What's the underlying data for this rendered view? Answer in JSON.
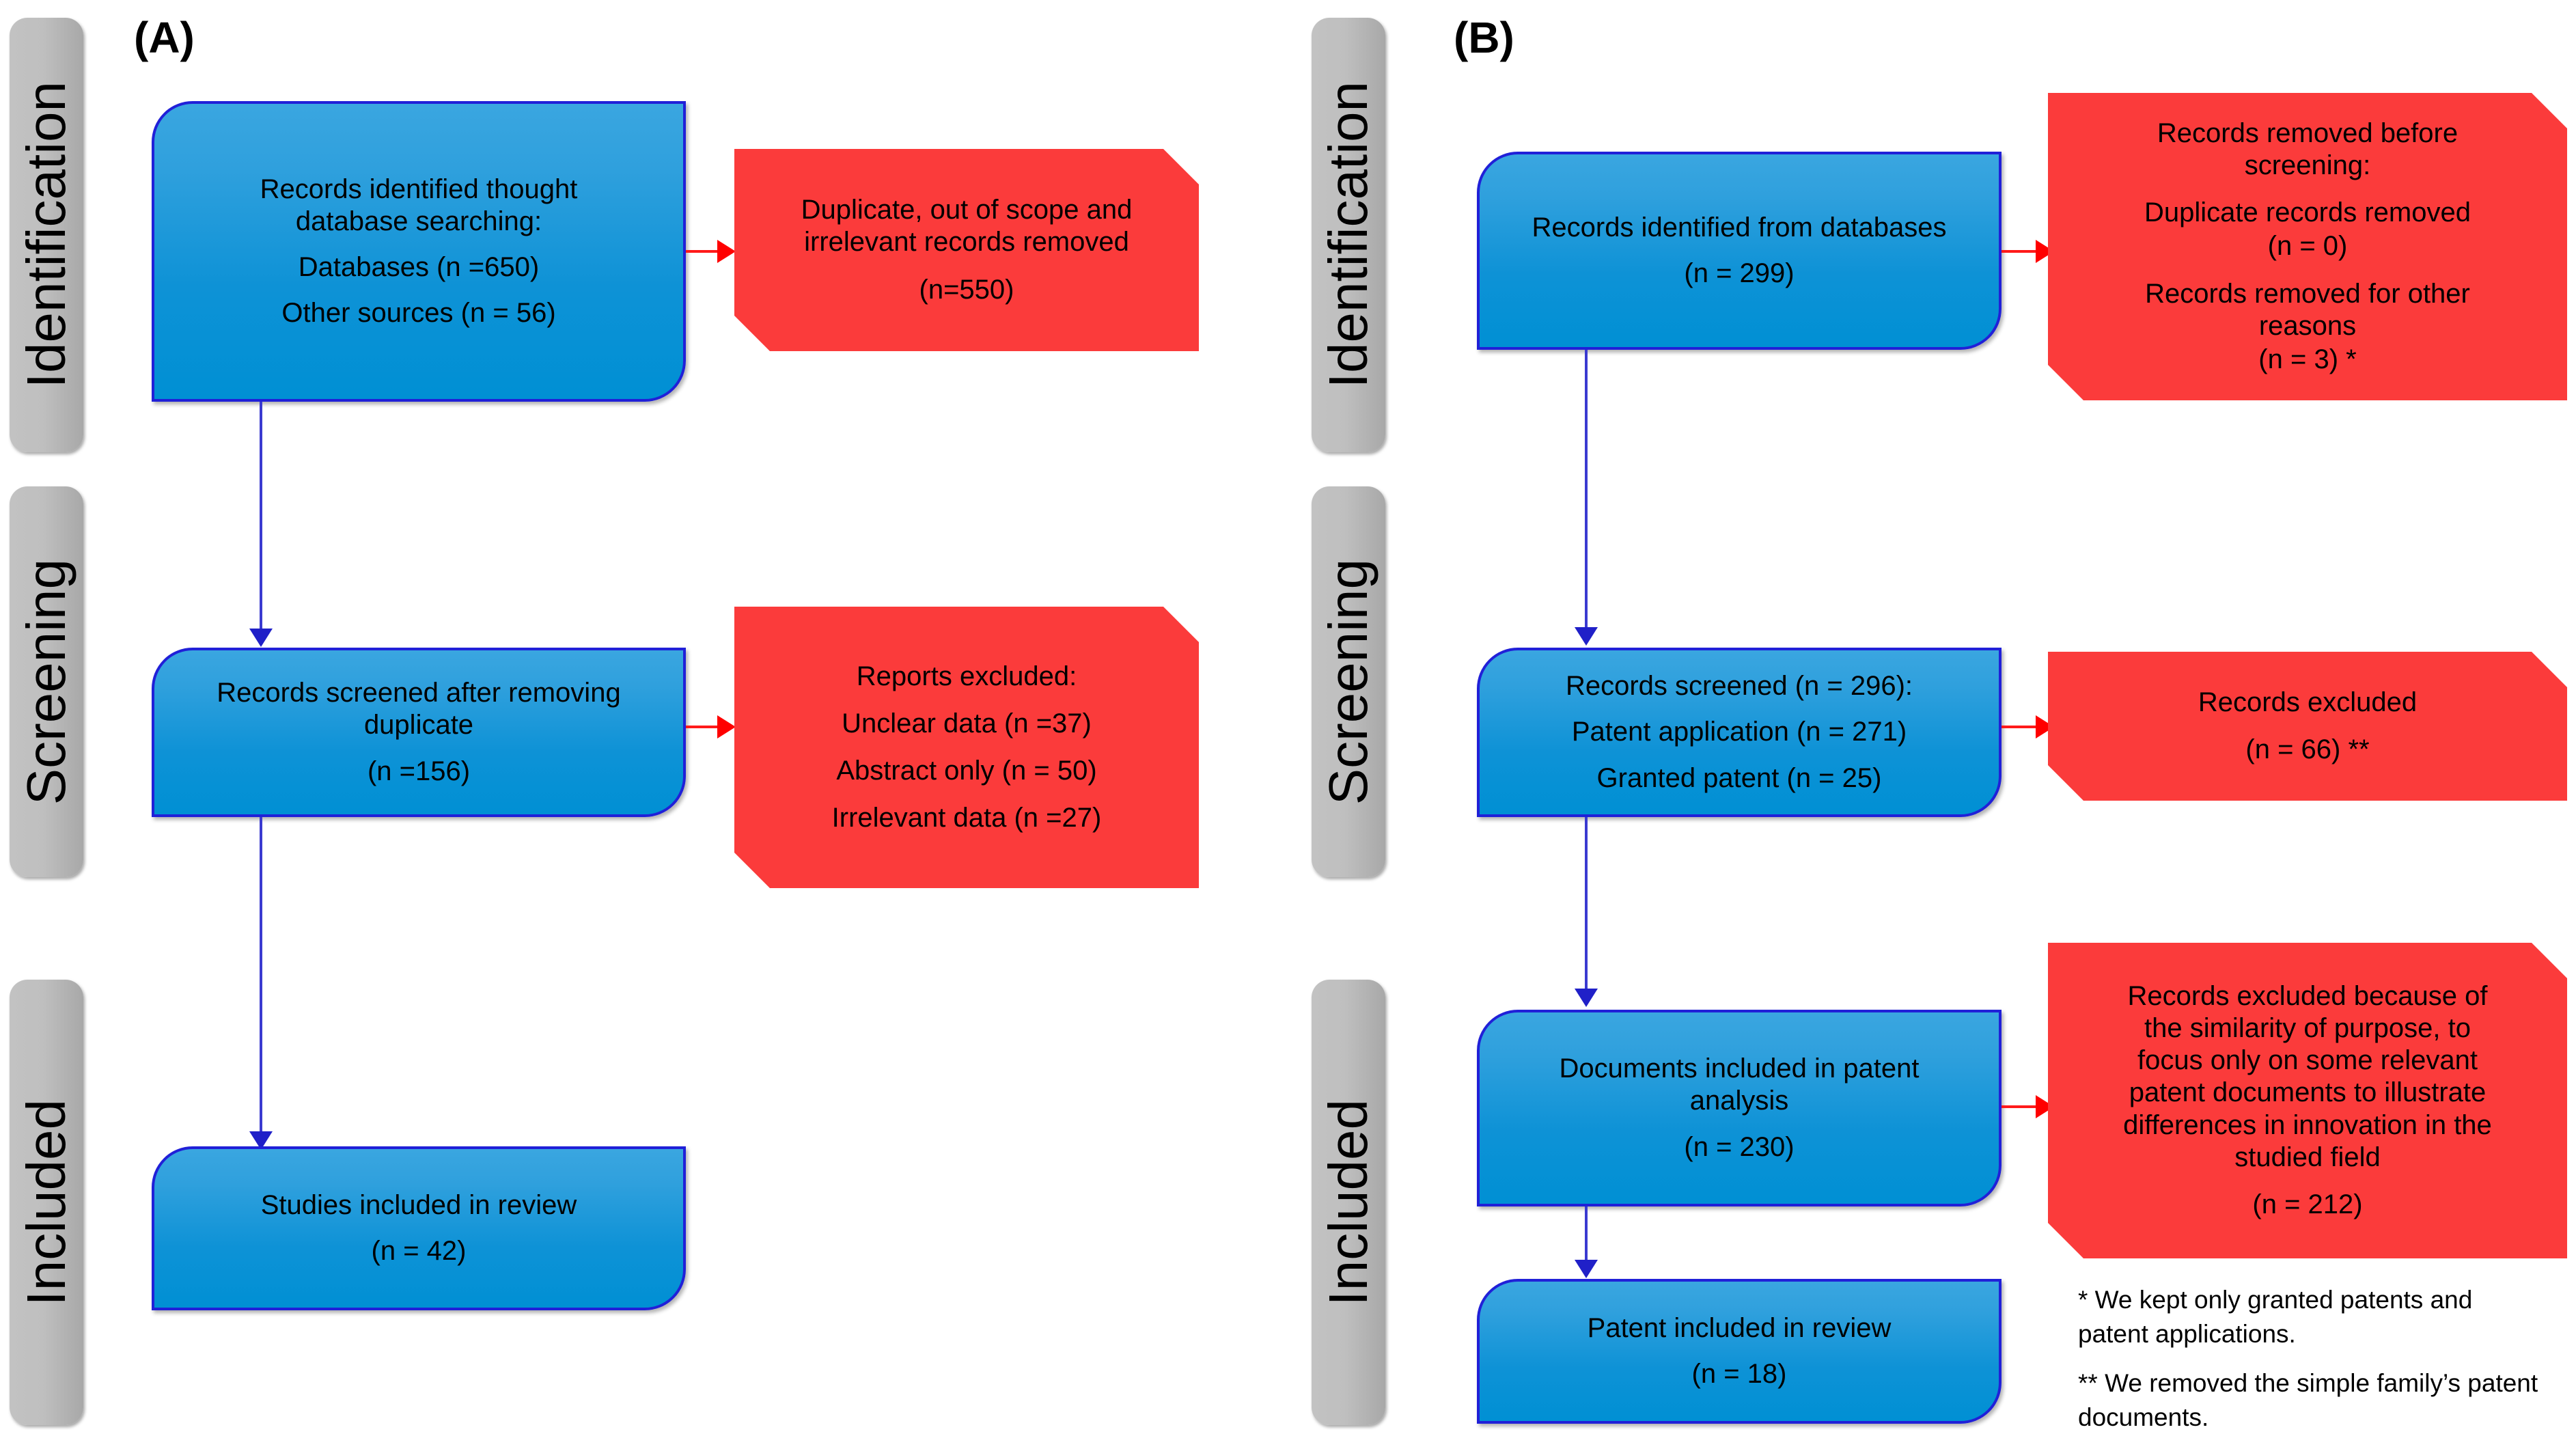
{
  "figure": {
    "type": "prisma-flow-diagram",
    "panels": [
      {
        "letter": "(A)",
        "stages": [
          {
            "label": "Identification"
          },
          {
            "label": "Screening"
          },
          {
            "label": "Included"
          }
        ],
        "boxes": [
          {
            "id": "a-identified",
            "kind": "process",
            "lines": [
              "Records identified thought",
              "database searching:",
              "Databases (n =650)",
              "Other sources (n = 56)"
            ]
          },
          {
            "id": "a-removed",
            "kind": "excluded",
            "lines": [
              "Duplicate, out of scope and",
              "irrelevant records removed",
              "(n=550)"
            ]
          },
          {
            "id": "a-screened",
            "kind": "process",
            "lines": [
              "Records screened after removing",
              "duplicate",
              "(n =156)"
            ]
          },
          {
            "id": "a-excluded",
            "kind": "excluded",
            "lines": [
              "Reports excluded:",
              "Unclear data (n =37)",
              "Abstract only (n = 50)",
              "Irrelevant data (n =27)"
            ]
          },
          {
            "id": "a-included",
            "kind": "process",
            "lines": [
              "Studies included in review",
              "(n = 42)"
            ]
          }
        ]
      },
      {
        "letter": "(B)",
        "stages": [
          {
            "label": "Identification"
          },
          {
            "label": "Screening"
          },
          {
            "label": "Included"
          }
        ],
        "boxes": [
          {
            "id": "b-identified",
            "kind": "process",
            "lines": [
              "Records identified from databases",
              "(n = 299)"
            ]
          },
          {
            "id": "b-removed",
            "kind": "excluded",
            "lines": [
              "Records removed before",
              "screening:",
              "Duplicate records removed",
              "(n = 0)",
              "Records removed for other",
              "reasons",
              "(n = 3) *"
            ]
          },
          {
            "id": "b-screened",
            "kind": "process",
            "lines": [
              "Records screened (n = 296):",
              "Patent application (n = 271)",
              "Granted patent (n = 25)"
            ]
          },
          {
            "id": "b-excluded",
            "kind": "excluded",
            "lines": [
              "Records excluded",
              "(n = 66) **"
            ]
          },
          {
            "id": "b-analysis",
            "kind": "process",
            "lines": [
              "Documents included in patent",
              "analysis",
              "(n = 230)"
            ]
          },
          {
            "id": "b-excluded2",
            "kind": "excluded",
            "lines": [
              "Records excluded because of",
              "the similarity of purpose, to",
              "focus only on some relevant",
              "patent documents to illustrate",
              "differences in innovation in the",
              "studied field",
              "(n = 212)"
            ]
          },
          {
            "id": "b-included",
            "kind": "process",
            "lines": [
              "Patent included in review",
              "(n = 18)"
            ]
          }
        ],
        "footnotes": [
          "* We kept only granted patents and patent applications.",
          "** We removed the simple family’s patent documents."
        ]
      }
    ],
    "colors": {
      "process_fill_top": "#3aa6e0",
      "process_fill_bottom": "#0090d4",
      "process_border": "#2020d8",
      "excluded_fill": "#fb3b3b",
      "excluded_border": "#ff0000",
      "stage_bar_fill": "#bfbfbf",
      "flow_arrow": "#3a3ad0",
      "exclusion_arrow": "#ff1a1a",
      "background": "#ffffff"
    }
  }
}
